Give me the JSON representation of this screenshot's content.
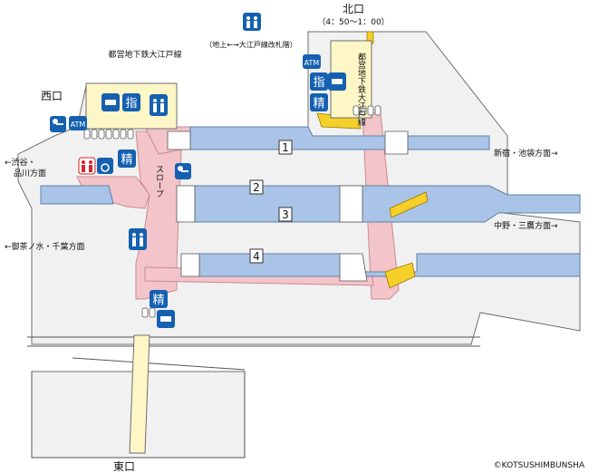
{
  "colors": {
    "platform": "#a9c4e6",
    "platform_stroke": "#5f7fa8",
    "concourse": "#f3c4c9",
    "concourse_stroke": "#c98a93",
    "ground": "#f2f2f2",
    "ground_stroke": "#6f6f6f",
    "escalator": "#f5cf2a",
    "sign_blue": "#1560b0",
    "sign_green": "#3a9a3a",
    "gate_area": "#fdf6c6",
    "toilet_red": "#d8232a"
  },
  "exits": {
    "north": "北口",
    "north_hours": "（4：50～1：00）",
    "west": "西口",
    "east": "東口"
  },
  "elevator_note": "（地上←→大江戸線改札階）",
  "oedo_line_west": "都営地下鉄大江戸線",
  "oedo_line_north": "都営地下鉄大江戸線",
  "slope": "スロープ",
  "platforms": [
    "1",
    "2",
    "3",
    "4"
  ],
  "directions": {
    "shinjuku": "新宿・池袋方面→",
    "nakano": "中野・三鷹方面→",
    "shibuya_1": "←渋谷・",
    "shibuya_2": "品川方面",
    "ochanomizu": "←御茶ノ水・千葉方面"
  },
  "icons": {
    "elevator": "elevator-icon",
    "ticket_gate": "ticket-gate-icon",
    "reserved_seat": "reserved-seat-office-icon",
    "fare_adjustment": "fare-adjustment-icon",
    "atm": "atm-icon",
    "coin_locker": "coin-locker-icon",
    "toilet": "toilet-icon",
    "wheelchair": "wheelchair-icon"
  },
  "sign_labels": {
    "reserved": "指",
    "fare": "精",
    "atm": "ATM"
  },
  "copyright": "©KOTSUSHIMBUNSHA"
}
